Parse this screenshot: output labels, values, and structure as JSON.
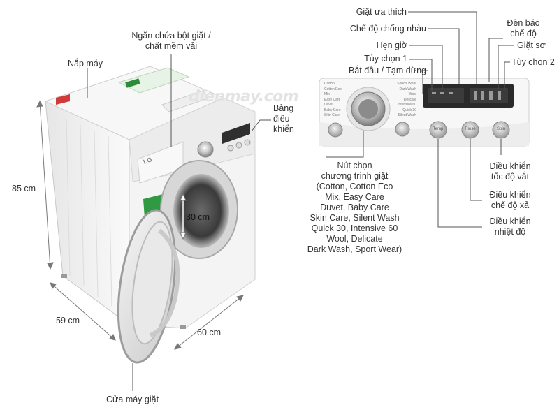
{
  "watermark": "dienmay.com",
  "brand": "LG",
  "labels": {
    "lid": "Nắp máy",
    "detergent_l1": "Ngăn chứa bột giặt /",
    "detergent_l2": "chất mềm vải",
    "panel_l1": "Bảng",
    "panel_l2": "điều",
    "panel_l3": "khiển",
    "height": "85 cm",
    "depth": "59 cm",
    "width": "60 cm",
    "door_opening": "30 cm",
    "door": "Cửa máy giặt",
    "favorite": "Giặt ưa thích",
    "crease_care": "Chế độ chống nhàu",
    "timer": "Hẹn giờ",
    "option1": "Tùy chọn 1",
    "start_pause": "Bắt đầu / Tạm dừng",
    "indicator_l1": "Đèn báo",
    "indicator_l2": "chế độ",
    "prewash": "Giặt sơ",
    "option2": "Tùy chọn 2",
    "program_knob": [
      "Nút chọn",
      "chương trình giặt",
      "(Cotton, Cotton Eco",
      "Mix, Easy Care",
      "Duvet, Baby Care",
      "Skin Care, Silent Wash",
      "Quick 30, Intensive 60",
      "Wool, Delicate",
      "Dark Wash, Sport Wear)"
    ],
    "spin_l1": "Điều khiển",
    "spin_l2": "tốc độ vắt",
    "rinse_l1": "Điều khiển",
    "rinse_l2": "chế độ xả",
    "temp_l1": "Điều khiển",
    "temp_l2": "nhiệt độ"
  },
  "panel": {
    "programs_left": [
      "Cotton",
      "Cotton Eco",
      "Mix",
      "Easy Care",
      "Duvet",
      "Baby Care",
      "Skin Care"
    ],
    "programs_right": [
      "Sports Wear",
      "Dark Wash",
      "Wool",
      "Delicate",
      "Intensive 60",
      "Quick 30",
      "Silent Wash"
    ],
    "buttons": [
      "Temp",
      "Rinse",
      "Spin"
    ]
  }
}
